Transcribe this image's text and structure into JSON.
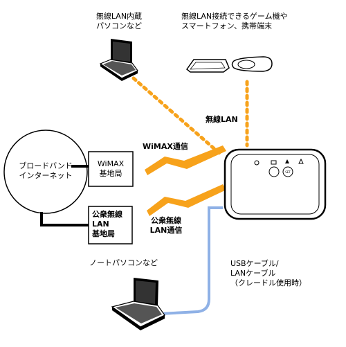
{
  "labels": {
    "wireless_pc": [
      "無線LAN内蔵",
      "パソコンなど"
    ],
    "wireless_devices": [
      "無線LAN接続できるゲーム機や",
      "スマートフォン、携帯端末"
    ],
    "wireless_lan": "無線LAN",
    "wimax_comm": "WiMAX通信",
    "public_comm": [
      "公衆無線",
      "LAN通信"
    ],
    "broadband": [
      "ブロードバンド",
      "インターネット"
    ],
    "wimax_station": [
      "WiMAX",
      "基地局"
    ],
    "public_station": [
      "公衆無線",
      "LAN",
      "基地局"
    ],
    "notebook_pc": "ノートパソコンなど",
    "cable": [
      "USBケーブル/",
      "LANケーブル",
      "（クレードル使用時）"
    ],
    "router_set_button": "SET"
  },
  "colors": {
    "wireless_line": "#f7a21b",
    "signal_bolt": "#f7a21b",
    "cable_line": "#8fb1e6",
    "stroke": "#000000"
  },
  "icons": [
    "laptop-icon",
    "game-device-icon",
    "smartphone-icon",
    "router-icon",
    "power-icon",
    "wifi-icon",
    "battery-icon"
  ]
}
